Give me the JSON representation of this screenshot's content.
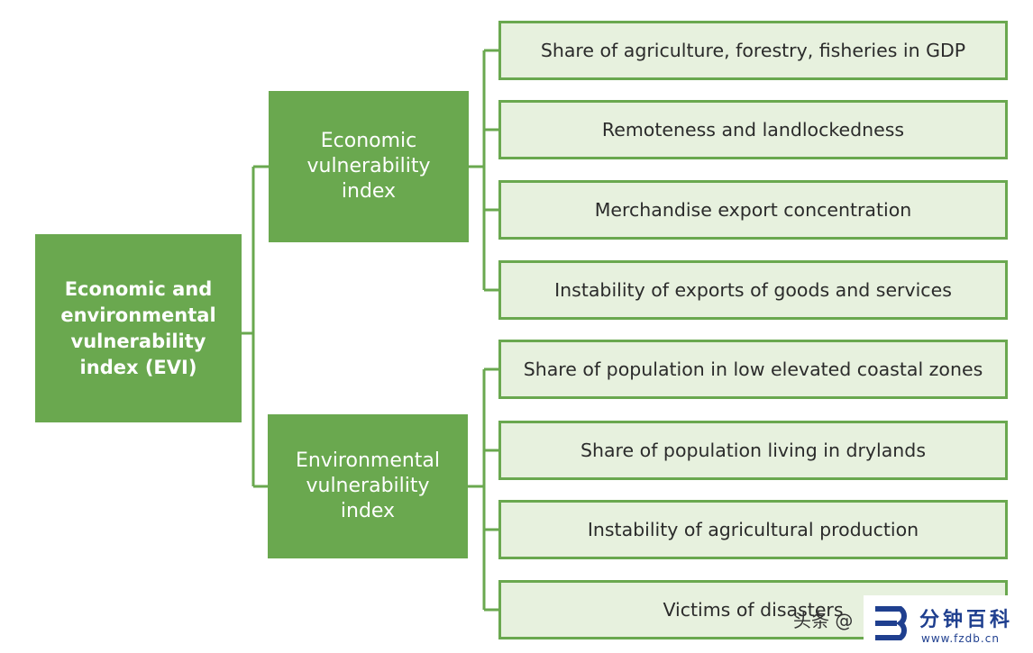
{
  "diagram": {
    "root": "Economic and environmental vulnerability index (EVI)",
    "branches": [
      {
        "label": "Economic vulnerability index",
        "items": [
          "Share of agriculture, forestry, fisheries in GDP",
          "Remoteness and landlockedness",
          "Merchandise export concentration",
          "Instability of exports of goods and services"
        ]
      },
      {
        "label": "Environmental vulnerability index",
        "items": [
          "Share of population in low elevated coastal zones",
          "Share of population living in drylands",
          "Instability of agricultural production",
          "Victims of disasters"
        ]
      }
    ]
  },
  "watermark": {
    "small": "头条 @",
    "title": "分钟百科",
    "url": "www.fzdb.cn"
  },
  "colors": {
    "dark_green": "#6aa84f",
    "light_green": "#e7f1de",
    "line": "#6aa84f"
  }
}
